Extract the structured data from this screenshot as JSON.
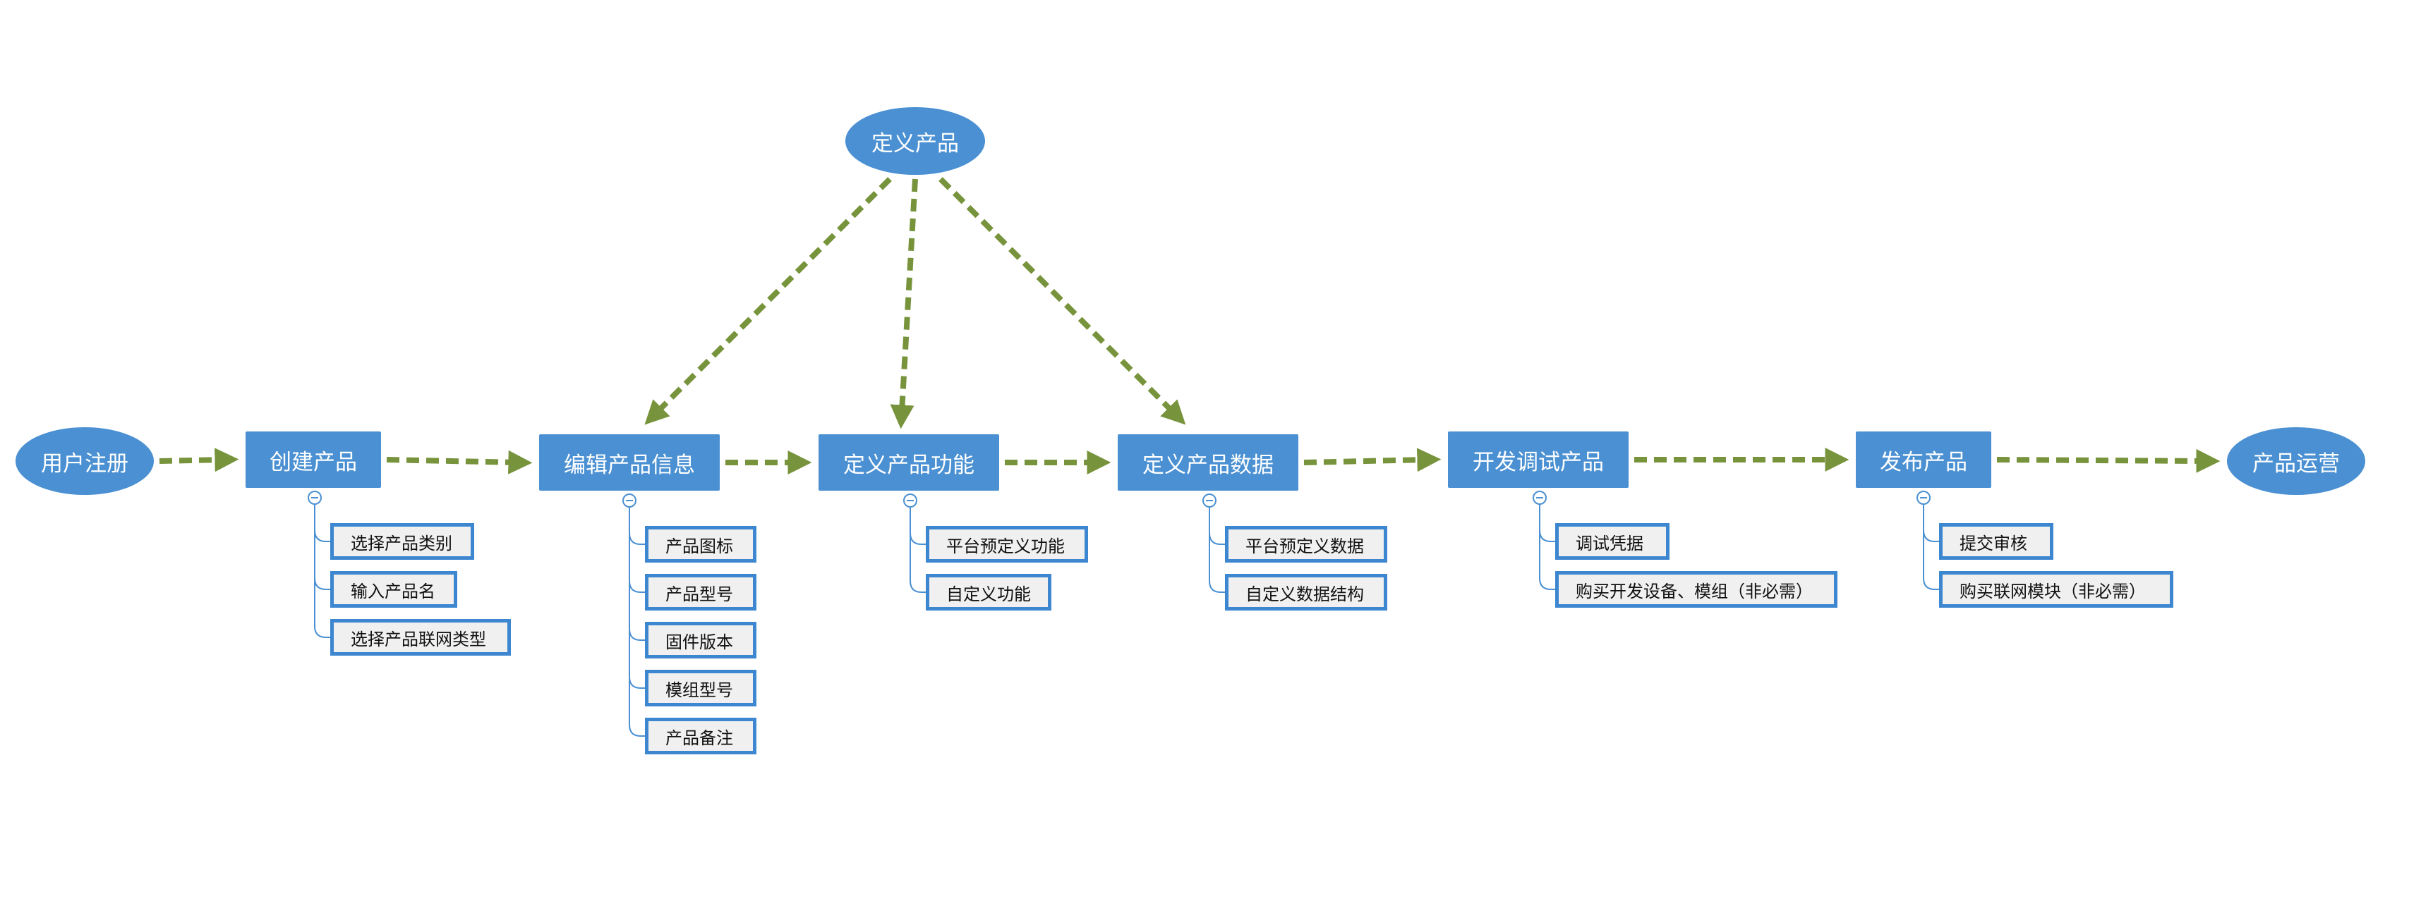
{
  "diagram": {
    "colors": {
      "node_fill": "#4a90d2",
      "arrow": "#77933c",
      "sub_border": "#3d86d0",
      "sub_fill": "#f0f0f0",
      "tree_line": "#4a90d2"
    },
    "main_nodes": [
      {
        "id": "user_register",
        "label": "用户注册",
        "shape": "ellipse"
      },
      {
        "id": "create_product",
        "label": "创建产品",
        "shape": "rect",
        "children": [
          "选择产品类别",
          "输入产品名",
          "选择产品联网类型"
        ]
      },
      {
        "id": "edit_info",
        "label": "编辑产品信息",
        "shape": "rect",
        "children": [
          "产品图标",
          "产品型号",
          "固件版本",
          "模组型号",
          "产品备注"
        ]
      },
      {
        "id": "define_function",
        "label": "定义产品功能",
        "shape": "rect",
        "children": [
          "平台预定义功能",
          "自定义功能"
        ]
      },
      {
        "id": "define_data",
        "label": "定义产品数据",
        "shape": "rect",
        "children": [
          "平台预定义数据",
          "自定义数据结构"
        ]
      },
      {
        "id": "develop_debug",
        "label": "开发调试产品",
        "shape": "rect",
        "children": [
          "调试凭据",
          "购买开发设备、模组（非必需）"
        ]
      },
      {
        "id": "publish",
        "label": "发布产品",
        "shape": "rect",
        "children": [
          "提交审核",
          "购买联网模块（非必需）"
        ]
      },
      {
        "id": "operate",
        "label": "产品运营",
        "shape": "ellipse"
      }
    ],
    "top_node": {
      "id": "define_product",
      "label": "定义产品",
      "shape": "ellipse",
      "targets": [
        "edit_info",
        "define_function",
        "define_data"
      ]
    }
  }
}
